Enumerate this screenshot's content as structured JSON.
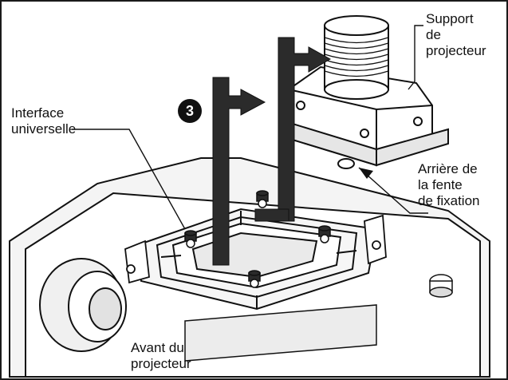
{
  "step": "3",
  "labels": {
    "support": [
      "Support",
      "de",
      "projecteur"
    ],
    "interface": [
      "Interface",
      "universelle"
    ],
    "arriere": [
      "Arrière de",
      "la fente",
      "de fixation"
    ],
    "avant": [
      "Avant du",
      "projecteur"
    ]
  },
  "colors": {
    "ink": "#111111",
    "arrow": "#2b2b2b",
    "paper": "#ffffff",
    "shade": "#e8e8e8"
  }
}
